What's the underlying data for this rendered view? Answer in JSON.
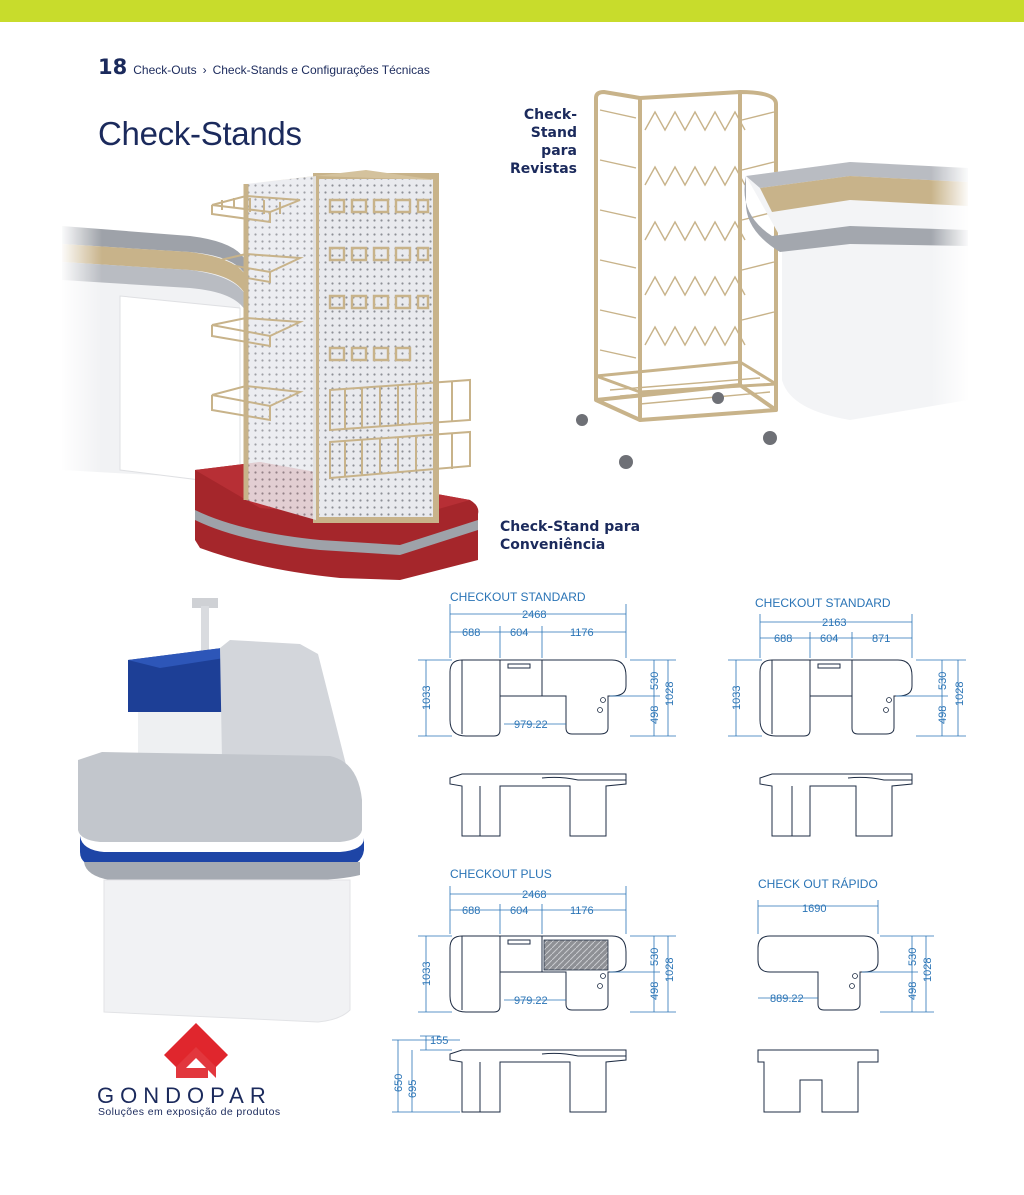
{
  "header": {
    "accent_color": "#c8dc2c",
    "page_number": "18",
    "breadcrumb": [
      "Check-Outs",
      "Check-Stands e Configurações Técnicas"
    ],
    "separator": "›"
  },
  "page_title": "Check-Stands",
  "products": {
    "revistas_label": [
      "Check-Stand",
      "para Revistas"
    ],
    "conveniencia_label": [
      "Check-Stand para",
      "Conveniência"
    ]
  },
  "diagrams": {
    "standard_1": {
      "caption": "CHECKOUT STANDARD",
      "total": "2468",
      "seg_a": "688",
      "seg_b": "604",
      "seg_c": "1176",
      "height_left": "1033",
      "right_top": "530",
      "right_bottom": "498",
      "right_total": "1028",
      "inner": "979.22"
    },
    "standard_2": {
      "caption": "CHECKOUT STANDARD",
      "total": "2163",
      "seg_a": "688",
      "seg_b": "604",
      "seg_c": "871",
      "height_left": "1033",
      "right_top": "530",
      "right_bottom": "498",
      "right_total": "1028"
    },
    "plus": {
      "caption": "CHECKOUT PLUS",
      "total": "2468",
      "seg_a": "688",
      "seg_b": "604",
      "seg_c": "1176",
      "height_left": "1033",
      "right_top": "530",
      "right_bottom": "498",
      "right_total": "1028",
      "inner": "979.22"
    },
    "rapido": {
      "caption": "CHECK OUT RÁPIDO",
      "total": "1690",
      "right_top": "530",
      "right_bottom": "498",
      "right_total": "1028",
      "inner": "889.22"
    },
    "elevation": {
      "top": "155",
      "outer": "650",
      "inner": "695"
    }
  },
  "brand": {
    "name": "GONDOPAR",
    "tagline": "Soluções em exposição de produtos",
    "color": "#e0262d"
  }
}
